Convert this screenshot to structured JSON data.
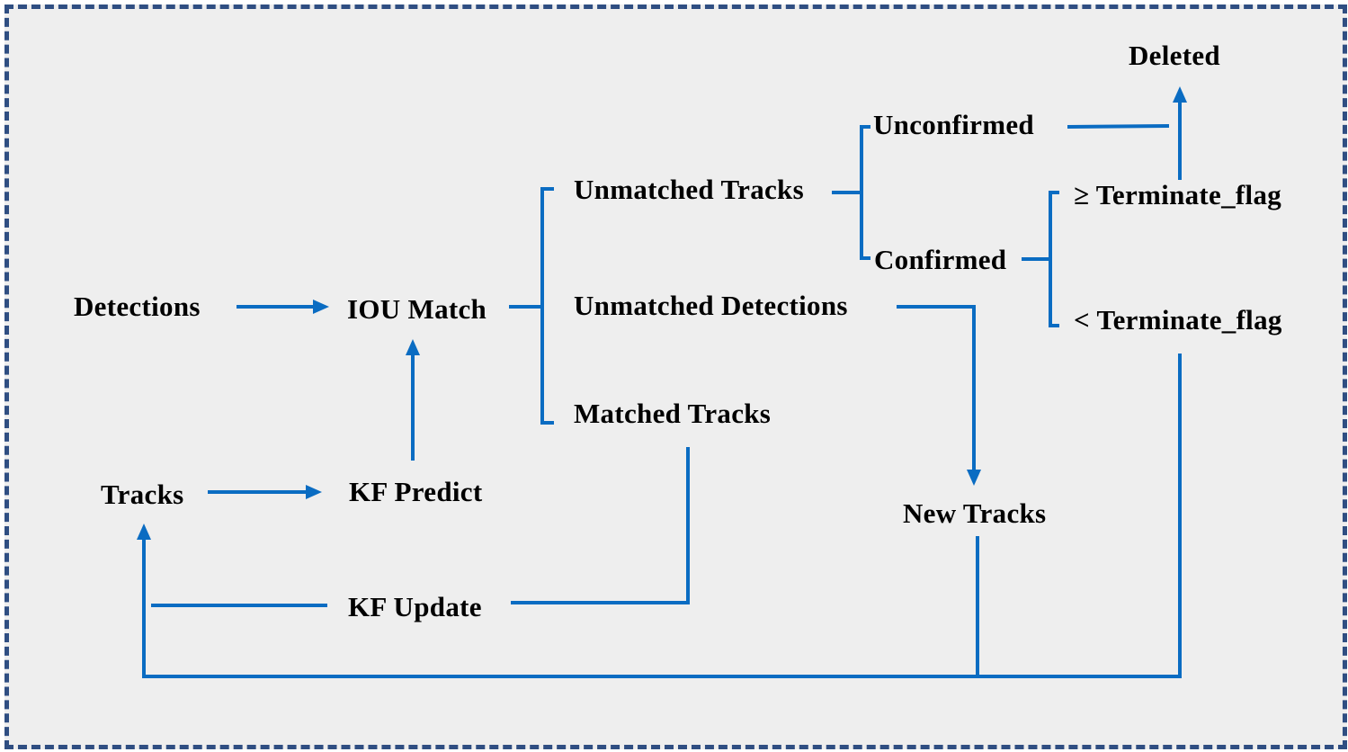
{
  "colors": {
    "frame_border": "#2f4e82",
    "frame_fill": "#eeeeee",
    "connector": "#0a6cc2",
    "text": "#000000"
  },
  "nodes": {
    "detections": "Detections",
    "iou_match": "IOU Match",
    "tracks": "Tracks",
    "kf_predict": "KF Predict",
    "kf_update": "KF Update",
    "unmatched_tracks": "Unmatched Tracks",
    "unmatched_detections": "Unmatched Detections",
    "matched_tracks": "Matched Tracks",
    "unconfirmed": "Unconfirmed",
    "confirmed": "Confirmed",
    "deleted": "Deleted",
    "ge_terminate_flag": "≥ Terminate_flag",
    "lt_terminate_flag": "< Terminate_flag",
    "new_tracks": "New Tracks"
  },
  "edges": [
    {
      "from": "detections",
      "to": "iou_match"
    },
    {
      "from": "tracks",
      "to": "kf_predict"
    },
    {
      "from": "kf_predict",
      "to": "iou_match"
    },
    {
      "from": "iou_match",
      "to": [
        "unmatched_tracks",
        "unmatched_detections",
        "matched_tracks"
      ]
    },
    {
      "from": "unmatched_tracks",
      "to": [
        "unconfirmed",
        "confirmed"
      ]
    },
    {
      "from": "confirmed",
      "to": [
        "ge_terminate_flag",
        "lt_terminate_flag"
      ]
    },
    {
      "from": "unconfirmed",
      "to": "deleted"
    },
    {
      "from": "ge_terminate_flag",
      "to": "deleted"
    },
    {
      "from": "unmatched_detections",
      "to": "new_tracks"
    },
    {
      "from": "matched_tracks",
      "to": "kf_update"
    },
    {
      "from": "kf_update",
      "to": "tracks"
    },
    {
      "from": "new_tracks",
      "to": "tracks"
    },
    {
      "from": "lt_terminate_flag",
      "to": "tracks"
    }
  ]
}
